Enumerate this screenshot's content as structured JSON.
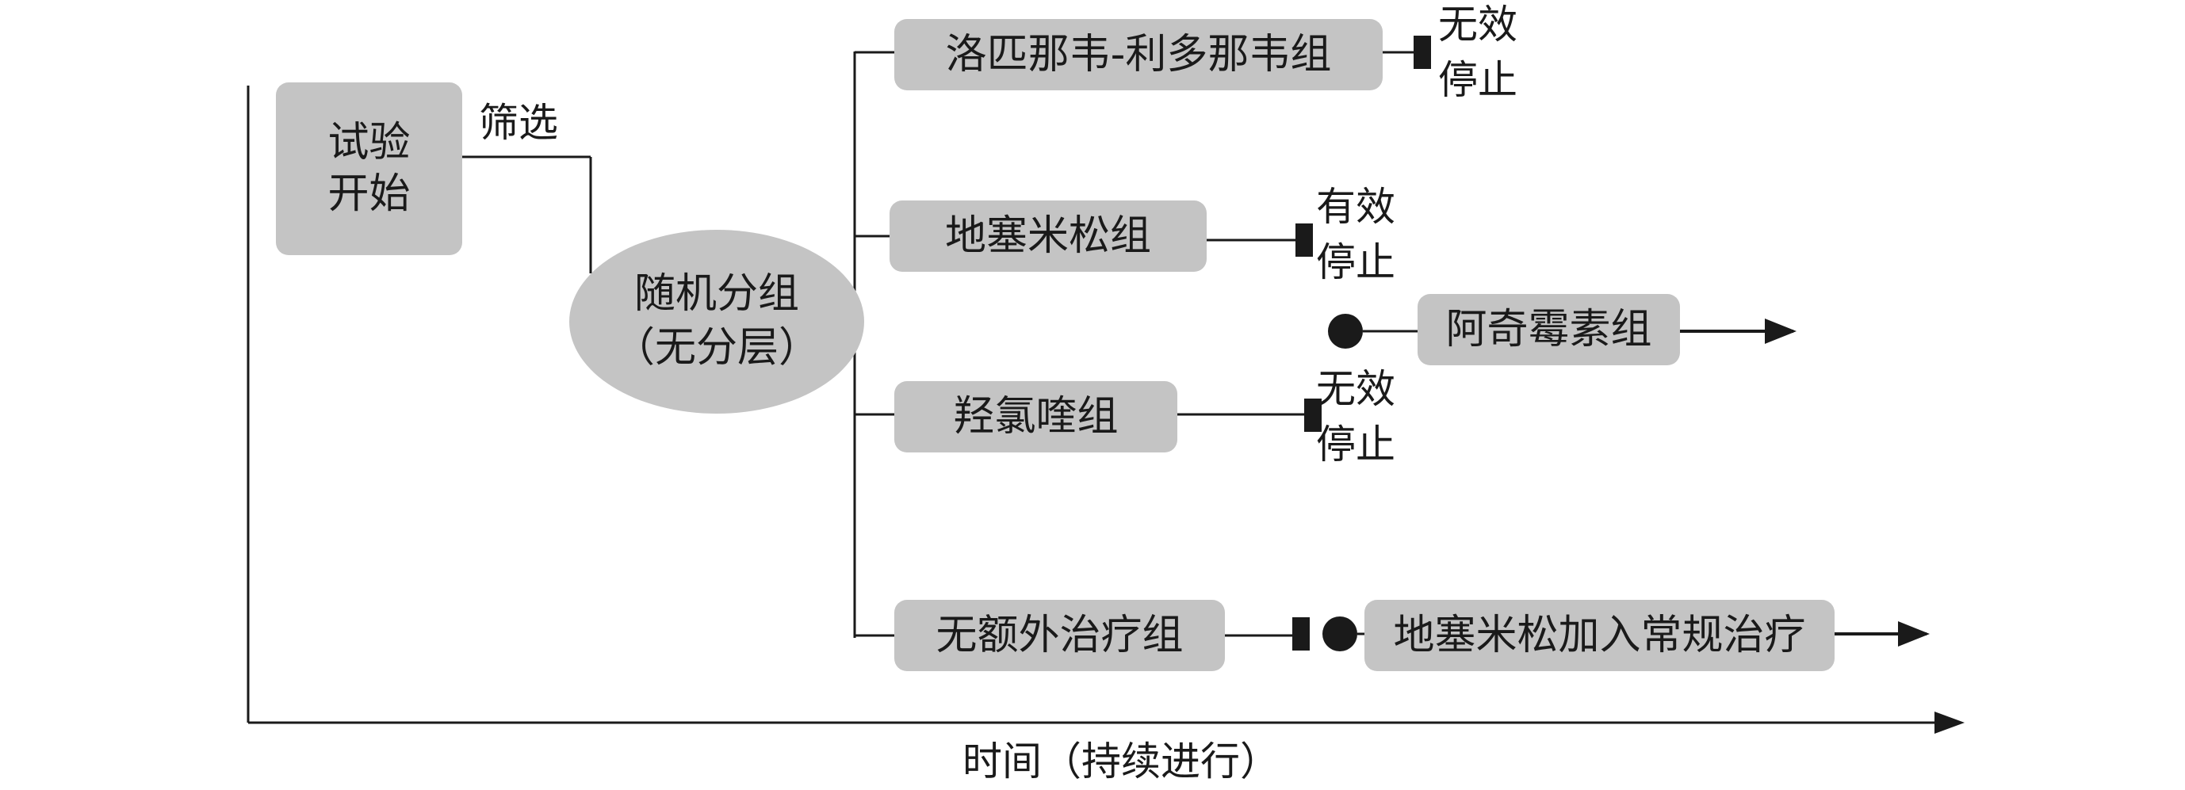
{
  "start_node": {
    "line1": "试验",
    "line2": "开始"
  },
  "screening_label": "筛选",
  "randomization_node": {
    "line1": "随机分组",
    "line2": "（无分层）"
  },
  "arms": [
    {
      "label": "洛匹那韦-利多那韦组",
      "outcome_line1": "无效",
      "outcome_line2": "停止"
    },
    {
      "label": "地塞米松组",
      "outcome_line1": "有效",
      "outcome_line2": "停止"
    },
    {
      "label": "羟氯喹组",
      "outcome_line1": "无效",
      "outcome_line2": "停止"
    },
    {
      "label": "无额外治疗组"
    }
  ],
  "new_arms": [
    {
      "label": "阿奇霉素组"
    },
    {
      "label": "地塞米松加入常规治疗"
    }
  ],
  "time_axis_label": "时间（持续进行）"
}
